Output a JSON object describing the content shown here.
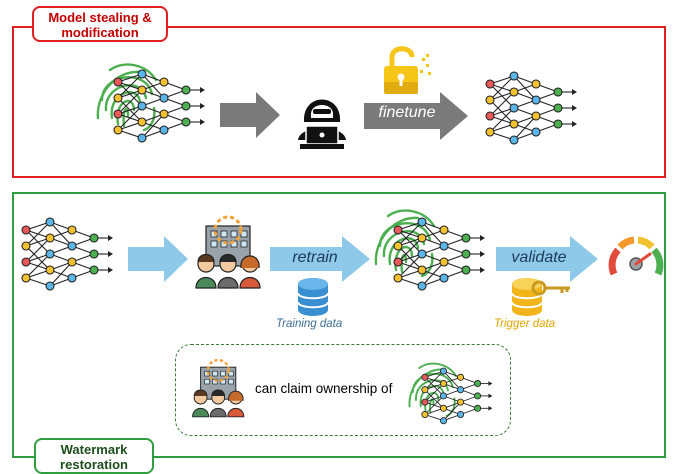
{
  "top_panel": {
    "tag_lines": [
      "Model stealing &",
      "modification"
    ],
    "arrow_label": "finetune"
  },
  "bottom_panel": {
    "tag_lines": [
      "Watermark",
      "restoration"
    ],
    "retrain_label": "retrain",
    "validate_label": "validate",
    "training_caption": "Training data",
    "trigger_caption": "Trigger data",
    "claim_text": "can claim ownership of"
  },
  "colors": {
    "red_border": "#e02020",
    "green_border": "#2e9e3e",
    "gray_arrow": "#7a7a7a",
    "blue_arrow": "#8fc9ea",
    "training_text": "#3d6e93",
    "trigger_text": "#e3a400",
    "fingerprint": "#4caf50"
  },
  "icons": [
    "fingerprint-icon",
    "neural-network-icon",
    "hacker-icon",
    "lock-icon",
    "team-icon",
    "database-icon",
    "key-icon",
    "gauge-icon"
  ]
}
